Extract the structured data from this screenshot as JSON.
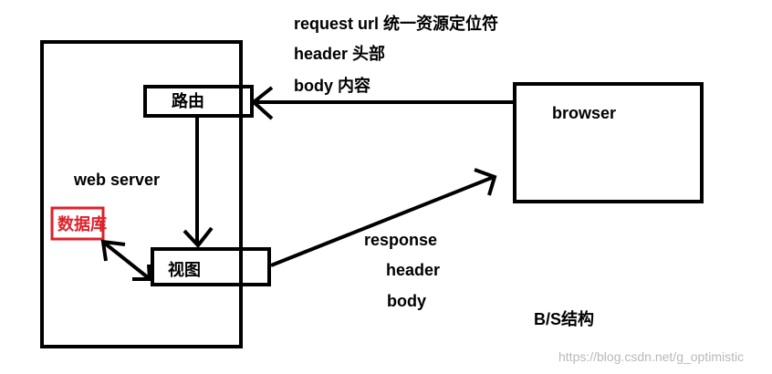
{
  "colors": {
    "stroke": "#000000",
    "db_text": "#e0202a",
    "db_border": "#e0202a",
    "watermark": "#b9b9b9"
  },
  "request": {
    "line1": "request url 统一资源定位符",
    "line2": "header 头部",
    "line3": "body  内容"
  },
  "server": {
    "label": "web server",
    "router": "路由",
    "view": "视图",
    "database": "数据库"
  },
  "browser": {
    "label": "browser"
  },
  "response": {
    "line1": "response",
    "line2": "header",
    "line3": "body"
  },
  "caption": "B/S结构",
  "watermark": "https://blog.csdn.net/g_optimistic"
}
